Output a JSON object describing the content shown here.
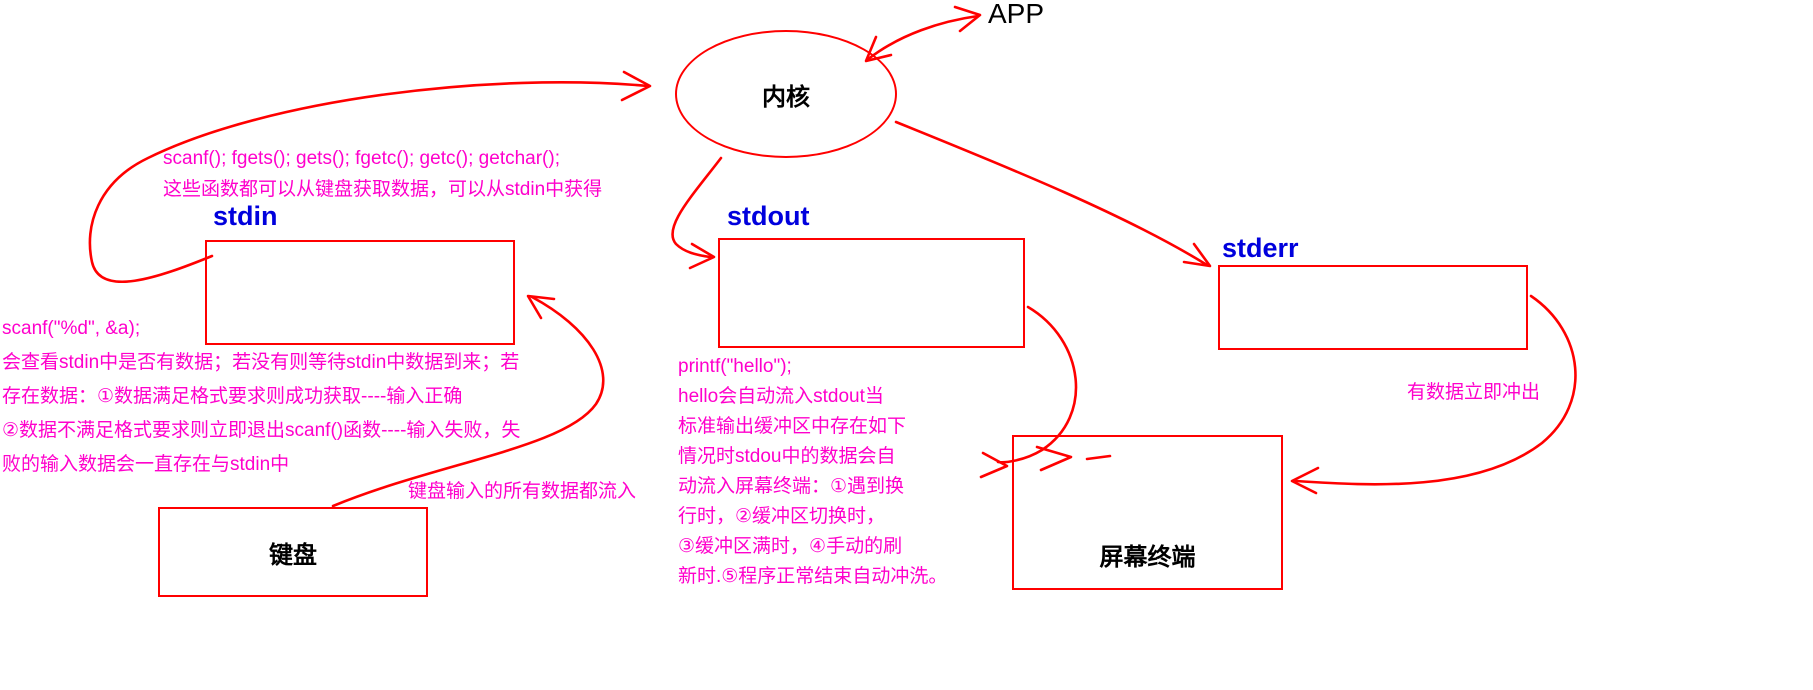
{
  "nodes": {
    "app": "APP",
    "kernel": "内核",
    "stdin": "stdin",
    "stdout": "stdout",
    "stderr": "stderr",
    "keyboard": "键盘",
    "terminal": "屏幕终端"
  },
  "annotations": {
    "stdin_functions": [
      "scanf(); fgets(); gets(); fgetc(); getc(); getchar();",
      "这些函数都可以从键盘获取数据，可以从stdin中获得"
    ],
    "scanf_note": [
      "scanf(\"%d\", &a);",
      "会查看stdin中是否有数据；若没有则等待stdin中数据到来；若",
      "存在数据：①数据满足格式要求则成功获取----输入正确",
      "②数据不满足格式要求则立即退出scanf()函数----输入失败，失",
      "败的输入数据会一直存在与stdin中"
    ],
    "keyboard_flow_note": "键盘输入的所有数据都流入",
    "printf_note": [
      "printf(\"hello\");",
      "hello会自动流入stdout当",
      "标准输出缓冲区中存在如下",
      "情况时stdou中的数据会自",
      "动流入屏幕终端：①遇到换",
      "行时，②缓冲区切换时，",
      "③缓冲区满时，④手动的刷",
      "新时.⑤程序正常结束自动冲洗。"
    ],
    "stderr_flush_note": "有数据立即冲出"
  },
  "colors": {
    "arrow_red": "#ff0000",
    "stream_label_blue": "#0000dd",
    "annotation_magenta": "#ff00cc",
    "node_text_black": "#000000"
  }
}
